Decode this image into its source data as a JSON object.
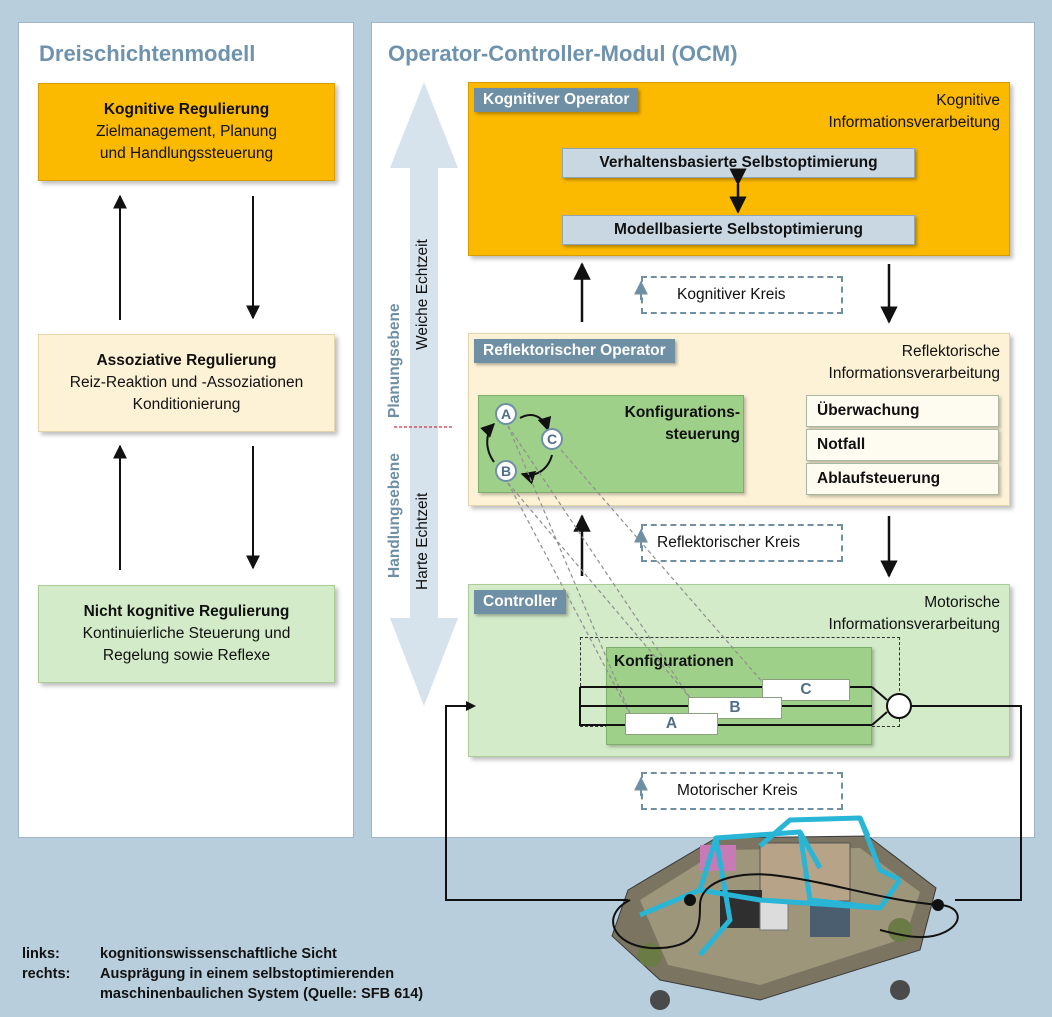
{
  "left": {
    "title": "Dreischichtenmodell",
    "kognitiv": {
      "title": "Kognitive Regulierung",
      "line1": "Zielmanagement, Planung",
      "line2": "und Handlungssteuerung"
    },
    "assoziativ": {
      "title": "Assoziative Regulierung",
      "line1": "Reiz-Reaktion und -Assoziationen",
      "line2": "Konditionierung"
    },
    "nicht_kognitiv": {
      "title": "Nicht kognitive Regulierung",
      "line1": "Kontinuierliche Steuerung und",
      "line2": "Regelung sowie Reflexe"
    }
  },
  "right": {
    "title": "Operator-Controller-Modul (OCM)",
    "axis": {
      "planungsebene": "Planungsebene",
      "handlungsebene": "Handlungsebene",
      "weiche_echtzeit": "Weiche Echtzeit",
      "harte_echtzeit": "Harte Echtzeit"
    },
    "kognitiver_operator": {
      "tag": "Kognitiver Operator",
      "info_line1": "Kognitive",
      "info_line2": "Informationsverarbeitung",
      "verhalten": "Verhaltensbasierte Selbstoptimierung",
      "modell": "Modellbasierte Selbstoptimierung"
    },
    "kognitiver_kreis": "Kognitiver Kreis",
    "reflektorischer_operator": {
      "tag": "Reflektorischer Operator",
      "info_line1": "Reflektorische",
      "info_line2": "Informationsverarbeitung",
      "konfig_line1": "Konfigurations-",
      "konfig_line2": "steuerung",
      "states": [
        "A",
        "B",
        "C"
      ],
      "buttons": [
        "Überwachung",
        "Notfall",
        "Ablaufsteuerung"
      ]
    },
    "reflektorischer_kreis": "Reflektorischer Kreis",
    "controller": {
      "tag": "Controller",
      "info_line1": "Motorische",
      "info_line2": "Informationsverarbeitung",
      "konfigurationen": "Konfigurationen",
      "configs": [
        "A",
        "B",
        "C"
      ]
    },
    "motorischer_kreis": "Motorischer Kreis"
  },
  "footer": {
    "links_label": "links:",
    "links_text": "kognitionswissenschaftliche Sicht",
    "rechts_label": "rechts:",
    "rechts_line1": "Ausprägung in einem selbstoptimierenden",
    "rechts_line2": "maschinenbaulichen System (Quelle: SFB 614)"
  },
  "colors": {
    "background": "#b9cedd",
    "cognitive": "#fbb900",
    "reflective": "#fdf2d6",
    "motor": "#d3ebc8",
    "accent": "#6f8fa5"
  }
}
